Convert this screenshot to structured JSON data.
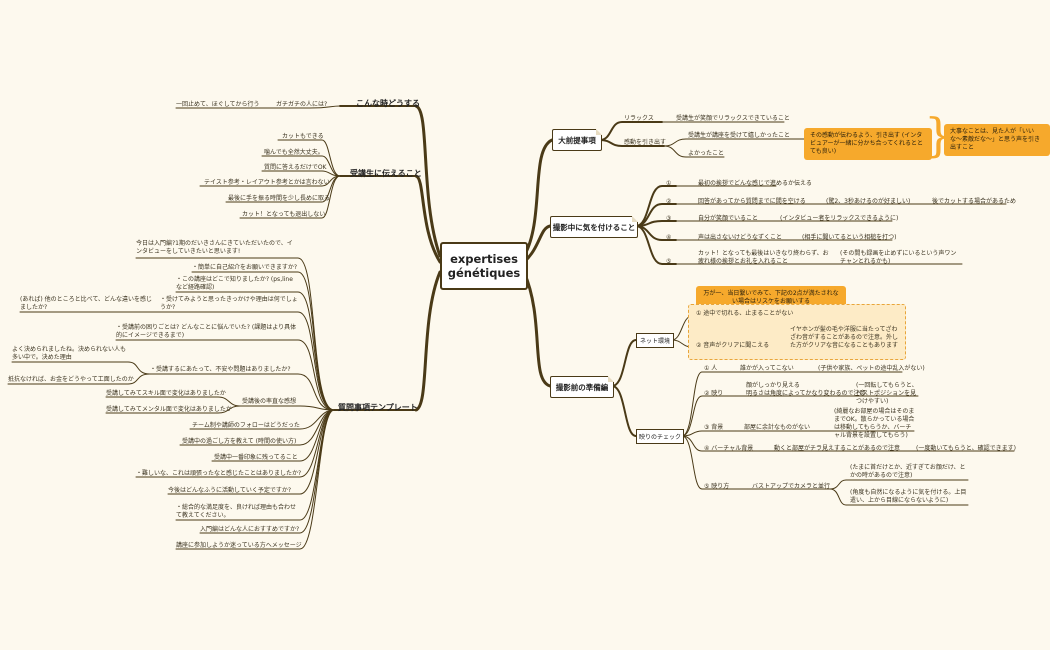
{
  "center": {
    "line1": "expertises",
    "line2": "génétiques"
  },
  "colors": {
    "accent": "#f6a92c",
    "edge": "#4a3a17",
    "panel": "#fdebc6"
  },
  "left": {
    "konna": {
      "title": "こんな時どうする",
      "items": [
        "ガチガチの人には?",
        "一回止めて、ほぐしてから行う"
      ]
    },
    "jukosei": {
      "title": "受講生に伝えること",
      "items": [
        "カットもできる",
        "噛んでも全然大丈夫。",
        "質問に答えるだけでOK",
        "テイスト参考・レイアウト参考とかは言わない",
        "最後に手を振る時間を少し長めに取る",
        "カット！となっても退出しない"
      ]
    },
    "template": {
      "title": "質問事項テンプレート",
      "q1": "今日は入門編?1期のだいきさんにきていただいたので、インタビューをしていきたいと思います!",
      "q2": "・簡単に自己紹介をお願いできますか?",
      "q3": "・この講座はどこで知りましたか? (ps,lineなど経路確認)",
      "q4": "・受けてみようと思ったきっかけや理由は何でしょうか?",
      "q4a": "(あれば) 他のところと比べて、どんな違いを感じましたか?",
      "q5": "・受講前の困りごとは? どんなことに悩んでいた? (課題はより具体的にイメージできるまで)",
      "q6": "・受講するにあたって、不安や問題はありましたか?",
      "q6a": "よく決められましたね。決められない人も多い中で。決めた理由",
      "q6b": "抵抗なければ、お金をどうやって工面したのか",
      "q7": "受講後の率直な感想",
      "q7a": "受講してみてスキル面で変化はありましたか",
      "q7b": "受講してみてメンタル面で変化はありましたか",
      "q8": "チーム制や講師のフォローはどうだった",
      "q9": "受講中の過ごし方を教えて (時間の使い方)",
      "q10": "受講中一番印象に残ってること",
      "q11": "・難しいな、これは頑張ったなと感じたことはありましたか?",
      "q12": "今後はどんなふうに活動していく予定ですか?",
      "q13": "・総合的な満足度を、良ければ理由も合わせて教えてください。",
      "q14": "入門編はどんな人におすすめですか?",
      "q15": "講座に参加しようか迷っている方へメッセージ"
    }
  },
  "right": {
    "maeoki": {
      "title": "大前提事項",
      "relax": "リラックス",
      "relax_item": "受講生が笑顔でリラックスできていること",
      "kando": "感動を引き出す",
      "kando_item1": "受講生が講座を受けて嬉しかったこと",
      "kando_item2": "よかったこと",
      "callout1": "その感動が伝わるよう、引き出す (インタビュアーが一緒に分かち合ってくれるととても良い)",
      "callout2": "大事なことは、見た人が「いいな〜素敵だな〜」と思う声を引き出すこと"
    },
    "satsuei": {
      "title": "撮影中に気を付けること",
      "n1": "①",
      "s1": "最初の挨拶でどんな感じで進めるか伝える",
      "n2": "②",
      "s2": "回答があってから質問までに間を空ける",
      "s2a": "(驚2、3秒あけるのが好ましい)",
      "s2b": "後でカットする場合があるため",
      "n3": "③",
      "s3": "自分が笑顔でいること",
      "s3a": "(インタビュー者をリラックスできるように)",
      "n4": "④",
      "s4": "声は出さないけどうなずくこと",
      "s4a": "(相手に聞いてるという相槌を打つ)",
      "n5": "⑤",
      "s5": "カット！となっても最後はいきなり終わらず、お疲れ様の挨拶とお礼を入れること",
      "s5a": "(その間も録画を止めずにいるという声ワンチャンとれるかも)"
    },
    "junbi": {
      "title": "撮影前の準備編",
      "net": "ネット環境",
      "callout": "万が一、当日繋いでみて、下記の2点が満たされない場合はリスケをお願いする",
      "net1": "① 途中で切れる、止まることがない",
      "net2": "② 音声がクリアに聞こえる",
      "net2a": "イヤホンが髪の毛や洋服に当たってざわざわ音がすることがあるので注意。外した方がクリアな音になることもあります",
      "check": "映りのチェック",
      "c1": "① 人",
      "c1a": "誰かが入ってこない",
      "c1b": "(子供や家族、ペットの途中乱入がない)",
      "c2": "② 映り",
      "c2a": "顔がしっかり見える",
      "c2b": "明るさは角度によってかなり変わるので注意",
      "c2c": "(一回転してもらうと、ベストポジションを見つけやすい)",
      "c3": "③ 背景",
      "c3a": "部屋に余計なものがない",
      "c3b": "(綺麗なお部屋の場合はそのままでOK。散らかっている場合は移動してもらうか、バーチャル背景を設置してもらう)",
      "c4": "④ バーチャル背景",
      "c4a": "動くと部屋がチラ見えすることがあるので注意",
      "c4b": "(一度動いてもらうと、確認できます)",
      "c5": "⑤ 映り方",
      "c5a": "バストアップでカメラと並行",
      "c5b": "(たまに首だけとか、近すぎてお顔だけ、とかの時があるので注意)",
      "c5c": "(角度も自然になるように気を付ける。上目遣い、上から目線にならないように)"
    }
  }
}
